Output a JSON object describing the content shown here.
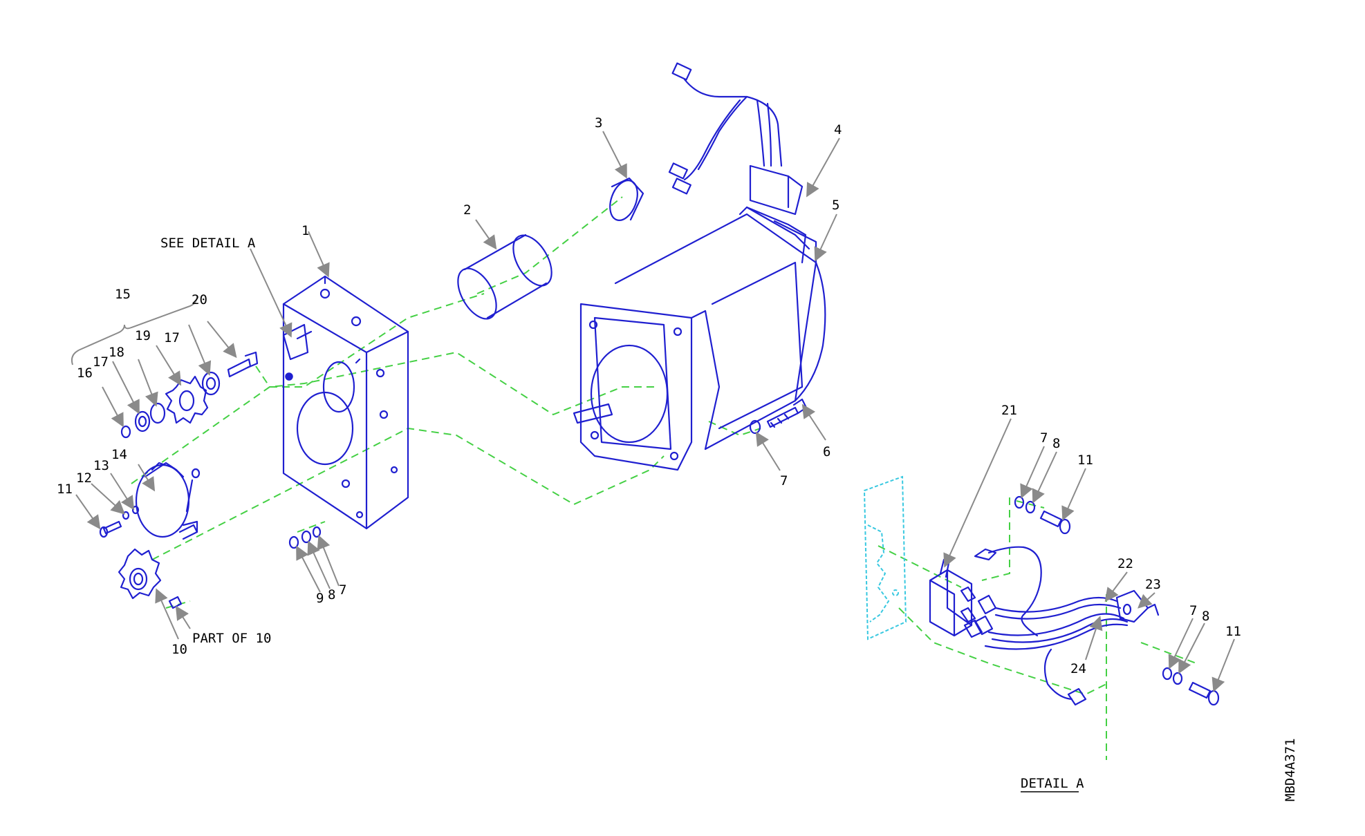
{
  "notes": {
    "see_detail": "SEE DETAIL A",
    "part_of": "PART OF 10",
    "detail_title": "DETAIL A",
    "drawing_id": "MBD4A371"
  },
  "callouts": {
    "c1": "1",
    "c2": "2",
    "c3": "3",
    "c4": "4",
    "c5": "5",
    "c6": "6",
    "c7a": "7",
    "c7b": "7",
    "c7c": "7",
    "c7d": "7",
    "c8a": "8",
    "c8b": "8",
    "c8c": "8",
    "c9": "9",
    "c10": "10",
    "c11a": "11",
    "c11b": "11",
    "c11c": "11",
    "c12": "12",
    "c13": "13",
    "c14": "14",
    "c15": "15",
    "c16": "16",
    "c17a": "17",
    "c17b": "17",
    "c18": "18",
    "c19": "19",
    "c20": "20",
    "c21": "21",
    "c22": "22",
    "c23": "23",
    "c24": "24"
  },
  "colors": {
    "part_line": "#1f1fd0",
    "guide_line": "#44d044",
    "detail_outline": "#38c8e0",
    "leader": "#8a8a8a"
  }
}
